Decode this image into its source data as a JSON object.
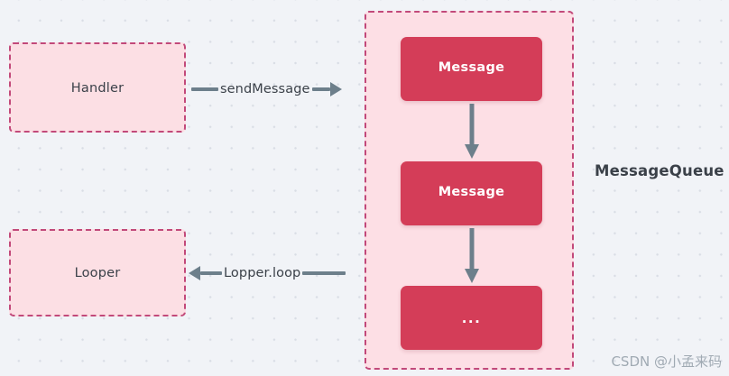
{
  "diagram": {
    "title": "Android Handler MessageQueue Flow",
    "background_color": "#f1f3f7",
    "dot_color": "#d9dde5",
    "accent_rose": "#fcdfe4",
    "accent_border": "#c2497a",
    "accent_red": "#d43d58",
    "connector_color": "#6d7f8b",
    "text_color": "#3b4149"
  },
  "nodes": {
    "handler": {
      "label": "Handler"
    },
    "looper": {
      "label": "Looper"
    },
    "queue": {
      "title": "MessageQueue",
      "items": [
        {
          "label": "Message"
        },
        {
          "label": "Message"
        },
        {
          "label": "..."
        }
      ]
    }
  },
  "connectors": {
    "send_message": {
      "label": "sendMessage",
      "direction": "right"
    },
    "looper_loop": {
      "label": "Lopper.loop",
      "direction": "left"
    },
    "queue_flow_1": {
      "label": "",
      "direction": "down"
    },
    "queue_flow_2": {
      "label": "",
      "direction": "down"
    }
  },
  "watermark": {
    "text": "CSDN @小孟来码"
  }
}
